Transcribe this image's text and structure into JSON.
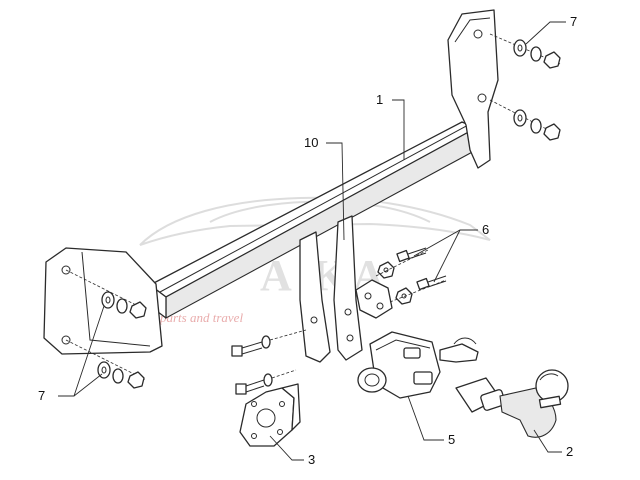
{
  "callouts": {
    "tow_bar_beam": "1",
    "ball_neck": "2",
    "socket_plate": "3",
    "electrical_socket": "5",
    "bolts": "6",
    "nuts_washers_top": "7",
    "nuts_washers_bottom": "7",
    "side_bracket": "10"
  },
  "watermark": {
    "wordmark": "A  KA",
    "tagline": "parts and travel"
  },
  "colors": {
    "line": "#2b2b2b",
    "watermark": "#c9c9c9",
    "watermark_tagline": "#e08a8a"
  }
}
